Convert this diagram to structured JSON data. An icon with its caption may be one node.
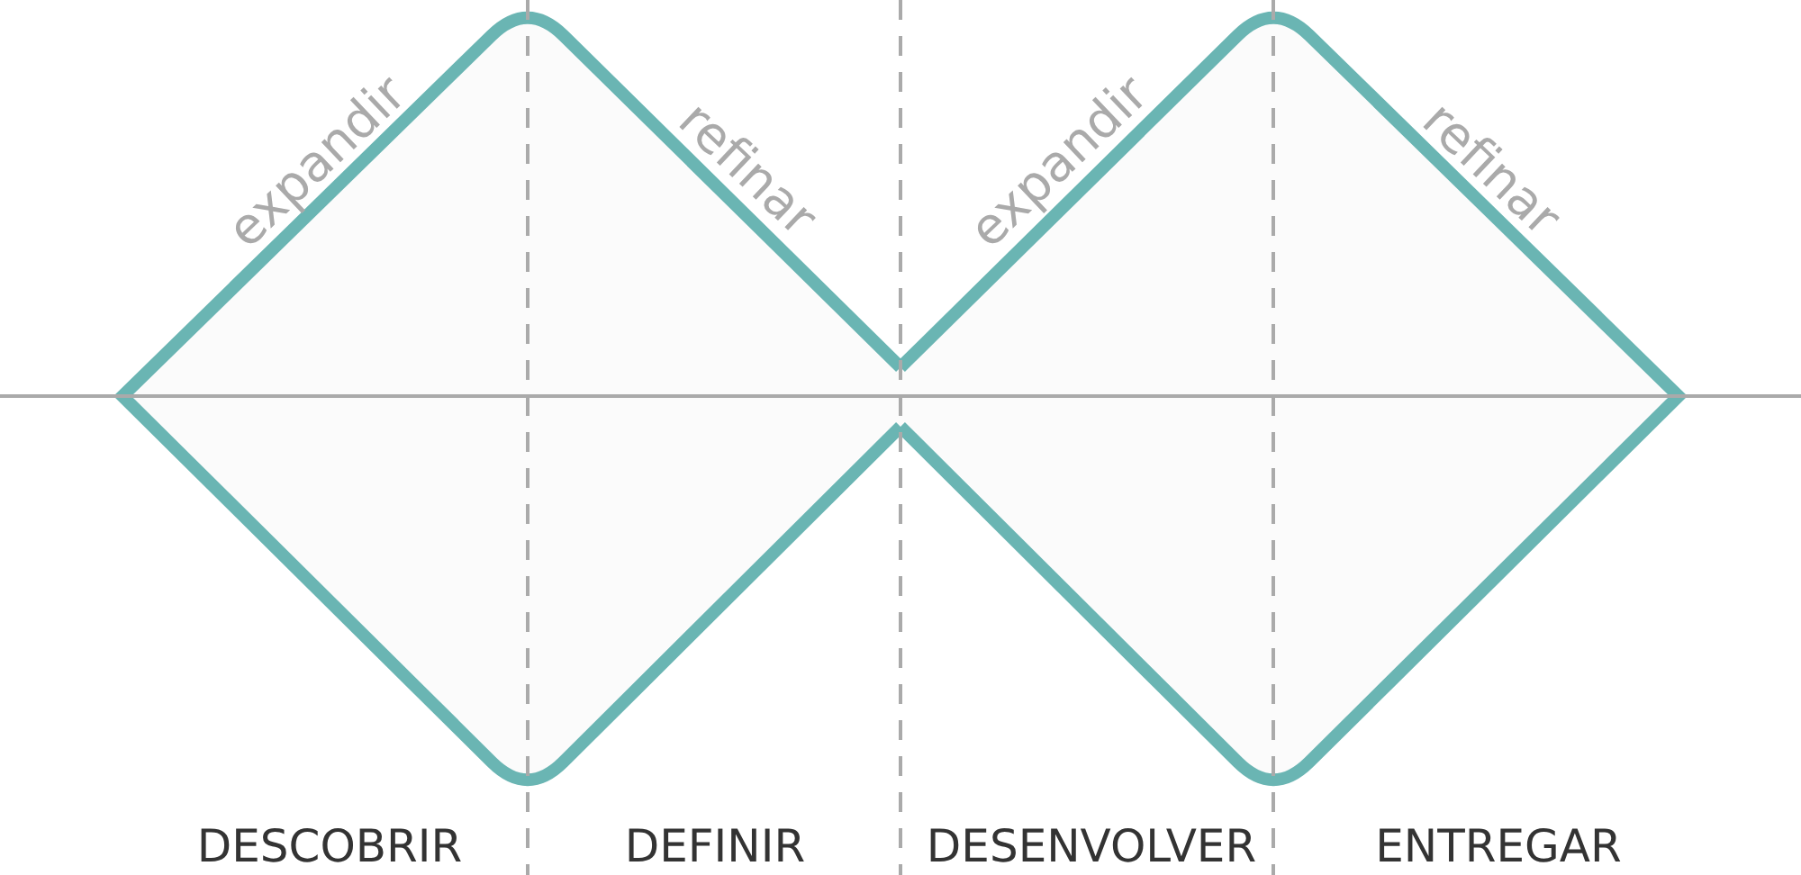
{
  "diagram": {
    "nodes": [
      {
        "text": [],
        "shape": "diamond"
      },
      {
        "text": [],
        "shape": "diamond"
      }
    ],
    "labels": [
      "expandir",
      "refinar",
      "expandir",
      "refinar",
      "DESCOBRIR",
      "DEFINIR",
      "DESENVOLVER",
      "ENTREGAR"
    ]
  }
}
